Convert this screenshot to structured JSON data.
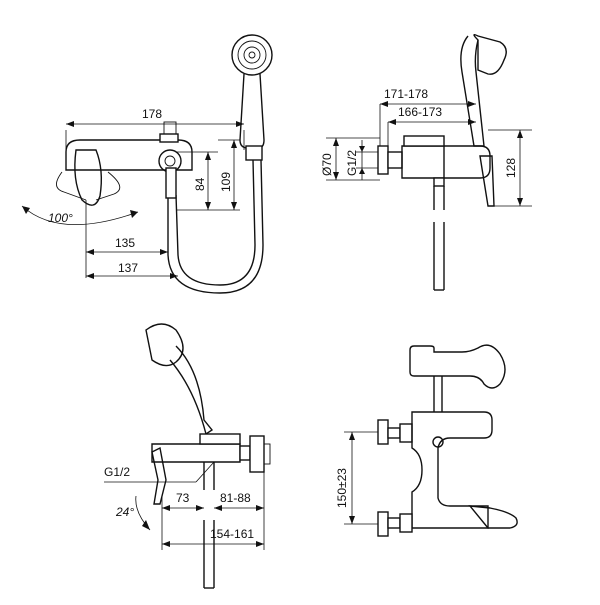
{
  "views": {
    "top_left": {
      "dims": {
        "width": "178",
        "height_a": "84",
        "height_b": "109",
        "depth_a": "135",
        "depth_b": "137",
        "angle": "100°"
      }
    },
    "top_right": {
      "dims": {
        "range_outer": "171-178",
        "range_inner": "166-173",
        "diameter": "Ø70",
        "thread": "G1/2",
        "height": "128"
      }
    },
    "bottom_left": {
      "dims": {
        "thread": "G1/2",
        "angle": "24°",
        "offset_a": "73",
        "offset_b": "81-88",
        "reach": "154-161"
      }
    },
    "bottom_right": {
      "dims": {
        "centers": "150±23"
      }
    }
  }
}
